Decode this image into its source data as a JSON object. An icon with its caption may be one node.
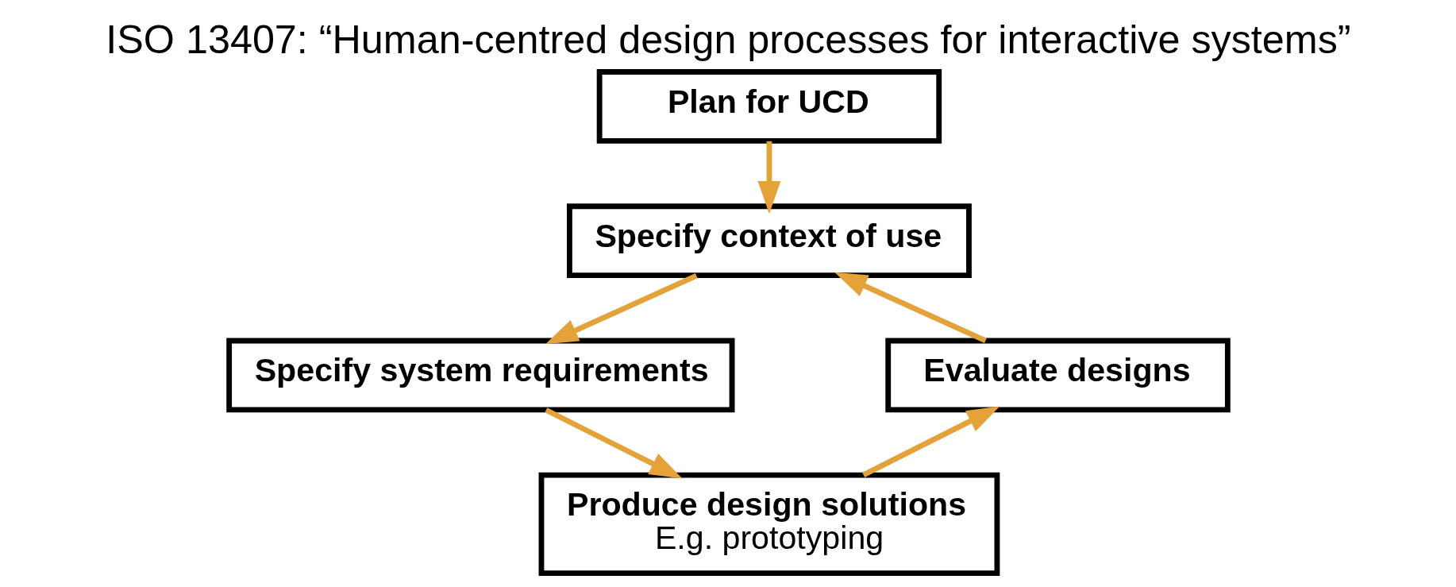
{
  "diagram": {
    "title": "ISO 13407: “Human-centred design processes for interactive systems”",
    "nodes": [
      {
        "text": [
          "Plan for UCD"
        ]
      },
      {
        "text": [
          "Specify context of use"
        ]
      },
      {
        "text": [
          "Specify system requirements"
        ]
      },
      {
        "text": [
          "Produce design solutions",
          "E.g. prototyping"
        ]
      },
      {
        "text": [
          "Evaluate designs"
        ]
      }
    ],
    "edges": [
      {
        "from": 0,
        "to": 1,
        "arrow": "to"
      },
      {
        "from": 1,
        "to": 2,
        "arrow": "to"
      },
      {
        "from": 2,
        "to": 3,
        "arrow": "to"
      },
      {
        "from": 3,
        "to": 4,
        "arrow": "to"
      },
      {
        "from": 4,
        "to": 1,
        "arrow": "to"
      }
    ]
  }
}
